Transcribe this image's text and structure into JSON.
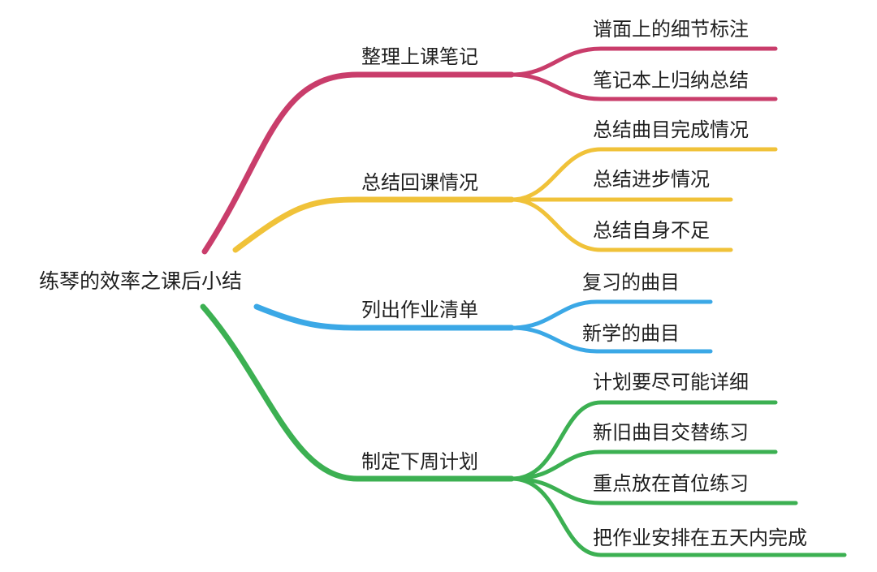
{
  "root": "练琴的效率之课后小结",
  "branches": [
    {
      "label": "整理上课笔记",
      "color": "#c93d6b",
      "children": [
        "谱面上的细节标注",
        "笔记本上归纳总结"
      ]
    },
    {
      "label": "总结回课情况",
      "color": "#f0c239",
      "children": [
        "总结曲目完成情况",
        "总结进步情况",
        "总结自身不足"
      ]
    },
    {
      "label": "列出作业清单",
      "color": "#3ba8e6",
      "children": [
        "复习的曲目",
        "新学的曲目"
      ]
    },
    {
      "label": "制定下周计划",
      "color": "#3cb052",
      "children": [
        "计划要尽可能详细",
        "新旧曲目交替练习",
        "重点放在首位练习",
        "把作业安排在五天内完成"
      ]
    }
  ]
}
